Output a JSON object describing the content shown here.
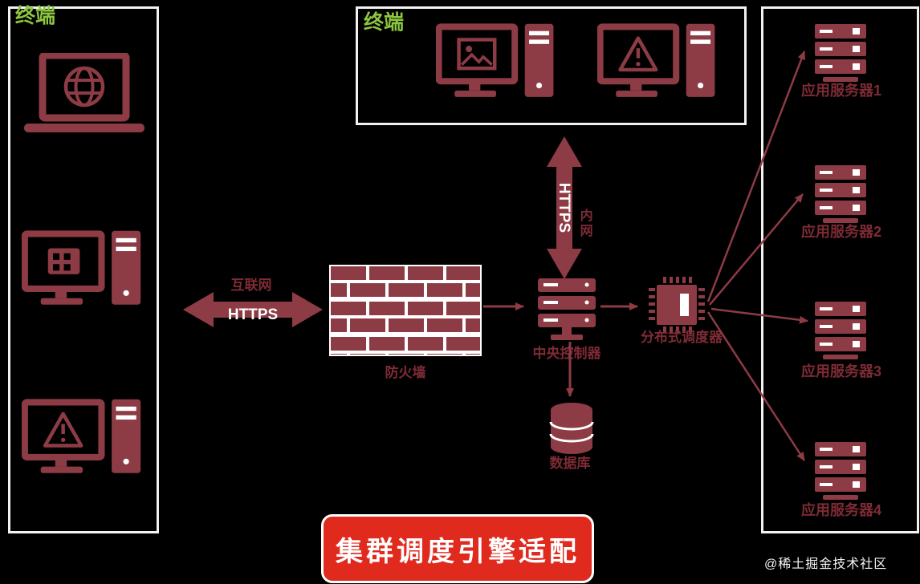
{
  "colors": {
    "background": "#000000",
    "icon_maroon": "#8d3b45",
    "label_maroon": "#7e2b35",
    "tag_green": "#8dc63f",
    "badge_red": "#e02a1e",
    "box_border": "#f2f2f2",
    "text_white": "#ffffff"
  },
  "zones": {
    "external_terminals": {
      "tag": "终端"
    },
    "internal_terminals": {
      "tag": "终端"
    }
  },
  "links": {
    "internet": {
      "label": "互联网",
      "protocol": "HTTPS"
    },
    "intranet": {
      "label": "内网",
      "protocol": "HTTPS"
    }
  },
  "nodes": {
    "firewall": {
      "label": "防火墙"
    },
    "central_controller": {
      "label": "中央控制器"
    },
    "database": {
      "label": "数据库"
    },
    "scheduler": {
      "label": "分布式调度器"
    }
  },
  "app_servers": [
    {
      "label": "应用服务器1"
    },
    {
      "label": "应用服务器2"
    },
    {
      "label": "应用服务器3"
    },
    {
      "label": "应用服务器4"
    }
  ],
  "title_badge": "集群调度引擎适配",
  "watermark": "@稀土掘金技术社区"
}
